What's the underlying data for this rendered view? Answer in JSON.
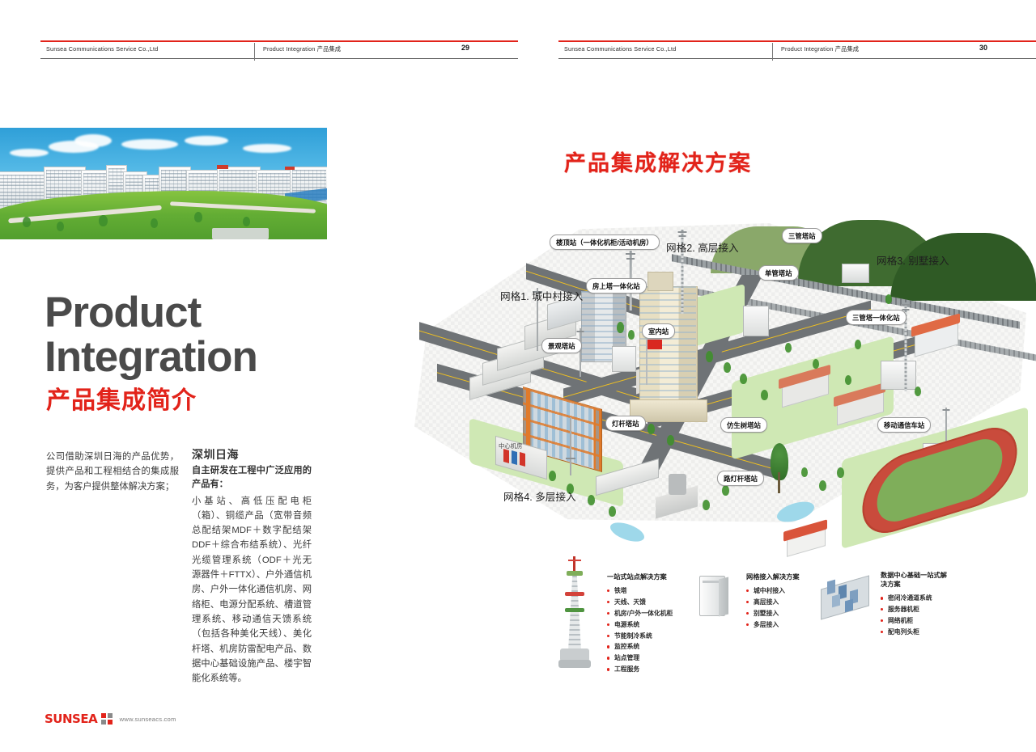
{
  "doc": {
    "company": "Sunsea Communications Service Co.,Ltd",
    "section": "Product Integration  产品集成",
    "page_left": "29",
    "page_right": "30"
  },
  "left": {
    "title_en_line1": "Product",
    "title_en_line2": "Integration",
    "title_cn": "产品集成简介",
    "intro": "公司借助深圳日海的产品优势，提供产品和工程相结合的集成服务，为客户提供整体解决方案；",
    "sub_heading": "深圳日海",
    "sub_lead": "自主研发在工程中广泛应用的产品有：",
    "sub_body": "小基站、高低压配电柜（箱）、铜缆产品（宽带音频总配结架MDF＋数字配结架DDF＋综合布结系统）、光纤光缆管理系统（ODF＋光无源器件＋FTTX）、户外通信机房、户外一体化通信机房、网络柜、电源分配系统、槽道管理系统、移动通信天馈系统（包括各种美化天线）、美化杆塔、机房防雷配电产品、数据中心基础设施产品、楼宇智能化系统等。",
    "photo_alt": "园区全景照片"
  },
  "footer": {
    "logo_text": "SUNSEA",
    "url": "www.sunseacs.com"
  },
  "right": {
    "title": "产品集成解决方案",
    "grid_labels": [
      {
        "text": "网格1. 城中村接入"
      },
      {
        "text": "网格2. 高层接入"
      },
      {
        "text": "网格3. 别墅接入"
      },
      {
        "text": "网格4. 多层接入"
      }
    ],
    "site_labels": [
      {
        "text": "楼顶站（一体化机柜/活动机房）"
      },
      {
        "text": "房上塔一体化站"
      },
      {
        "text": "景观塔站"
      },
      {
        "text": "室内站"
      },
      {
        "text": "三管塔站"
      },
      {
        "text": "单管塔站"
      },
      {
        "text": "三管塔一体化站"
      },
      {
        "text": "灯杆塔站"
      },
      {
        "text": "仿生树塔站"
      },
      {
        "text": "移动通信车站"
      },
      {
        "text": "路灯杆塔站"
      }
    ],
    "plain_labels": [
      {
        "text": "中心机房"
      }
    ],
    "legends": [
      {
        "title": "一站式站点解决方案",
        "items": [
          "铁塔",
          "天线、天馈",
          "机房/户外一体化机柜",
          "电源系统",
          "节能制冷系统",
          "监控系统",
          "站点管理",
          "工程服务"
        ]
      },
      {
        "title": "网格接入解决方案",
        "items": [
          "城中村接入",
          "高层接入",
          "别墅接入",
          "多层接入"
        ]
      },
      {
        "title": "数据中心基础一站式解决方案",
        "items": [
          "密闭冷通道系统",
          "服务器机柜",
          "网络机柜",
          "配电列头柜"
        ]
      }
    ]
  },
  "colors": {
    "brand_red": "#e2231a",
    "title_gray": "#4a4a4a",
    "road": "#6f7376",
    "grass": "#cfe8b4",
    "hill_dark": "#2f5a25"
  }
}
